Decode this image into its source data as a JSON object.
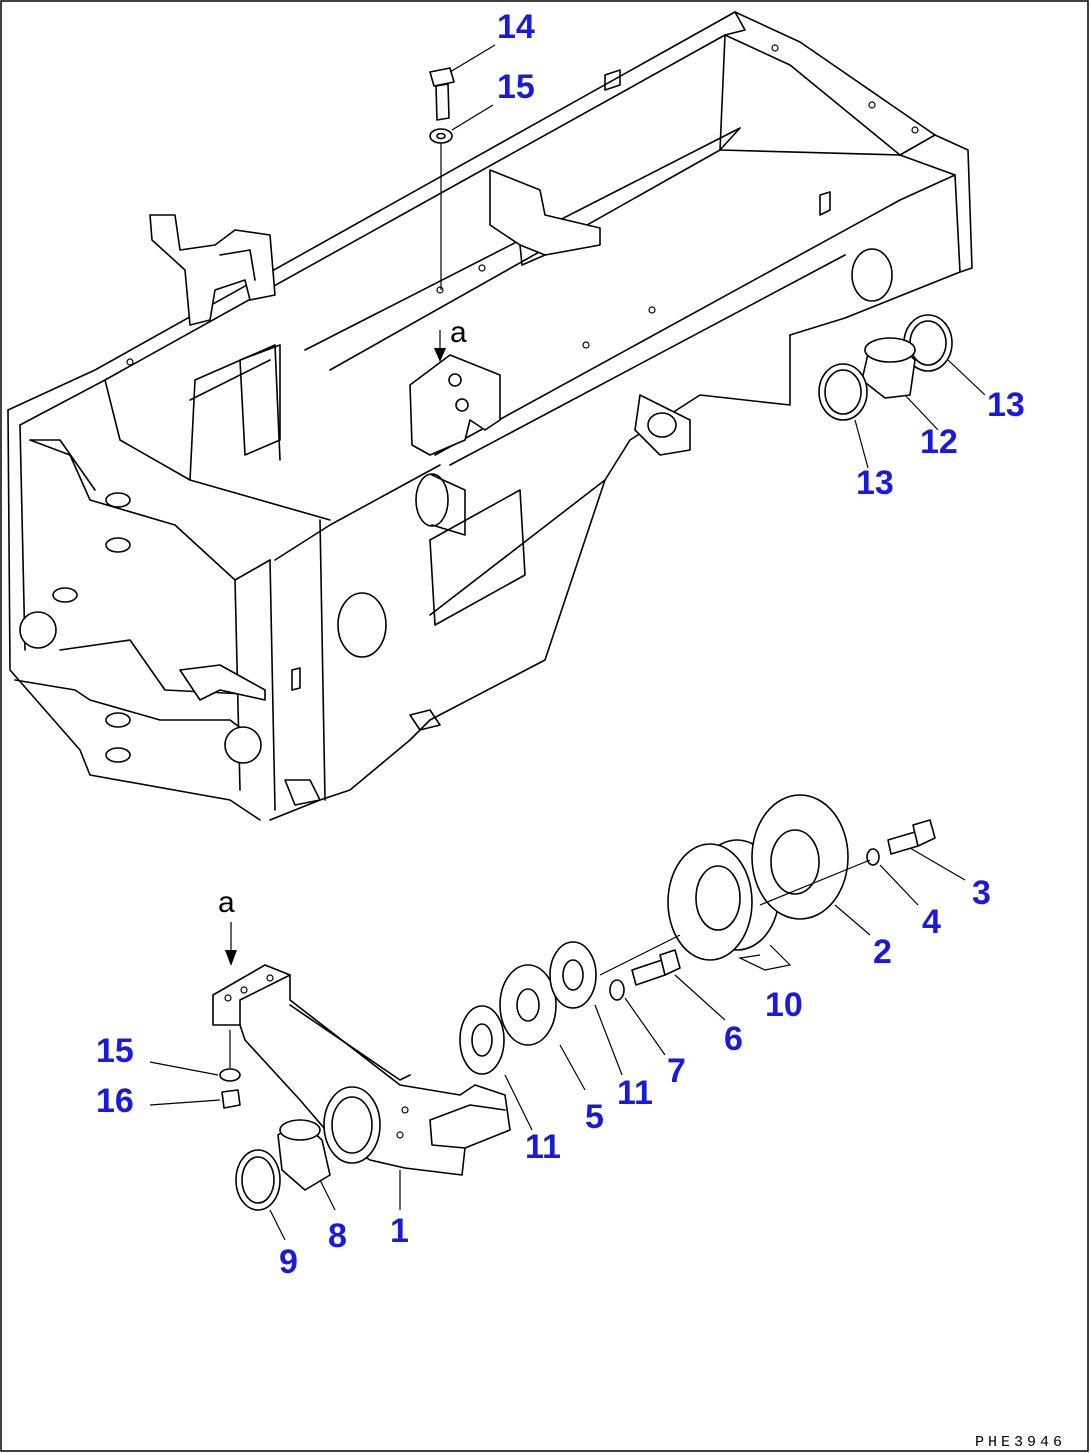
{
  "callouts": [
    {
      "id": "c14",
      "label": "14"
    },
    {
      "id": "c15a",
      "label": "15"
    },
    {
      "id": "c13a",
      "label": "13"
    },
    {
      "id": "c12",
      "label": "12"
    },
    {
      "id": "c13b",
      "label": "13"
    },
    {
      "id": "c3",
      "label": "3"
    },
    {
      "id": "c4",
      "label": "4"
    },
    {
      "id": "c2",
      "label": "2"
    },
    {
      "id": "c10",
      "label": "10"
    },
    {
      "id": "c6",
      "label": "6"
    },
    {
      "id": "c7",
      "label": "7"
    },
    {
      "id": "c11a",
      "label": "11"
    },
    {
      "id": "c5",
      "label": "5"
    },
    {
      "id": "c11b",
      "label": "11"
    },
    {
      "id": "c15b",
      "label": "15"
    },
    {
      "id": "c16",
      "label": "16"
    },
    {
      "id": "c1",
      "label": "1"
    },
    {
      "id": "c8",
      "label": "8"
    },
    {
      "id": "c9",
      "label": "9"
    }
  ],
  "view_marks": {
    "upper": "a",
    "lower": "a"
  },
  "reference_code": "PHE3946",
  "colors": {
    "callout": "#1a1adc",
    "line": "#000000",
    "background": "#ffffff"
  }
}
